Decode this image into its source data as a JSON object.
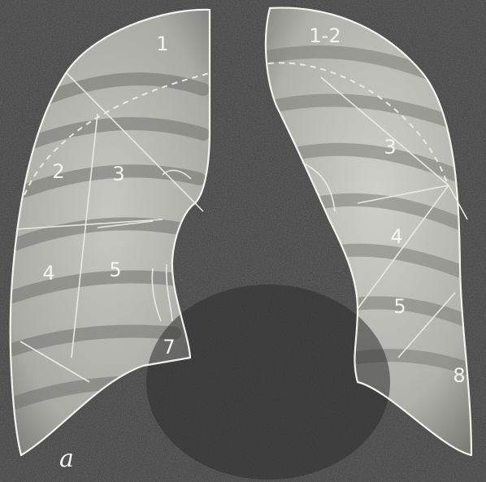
{
  "figure": {
    "panel_label": "a",
    "right_lung_segments": [
      "1",
      "2",
      "3",
      "4",
      "5",
      "7"
    ],
    "left_lung_segments": [
      "1-2",
      "3",
      "4",
      "5",
      "8"
    ]
  },
  "colors": {
    "background": "#3a3a3a",
    "lung_field": "#bdbdb8",
    "outline": "#f2f2ee"
  }
}
